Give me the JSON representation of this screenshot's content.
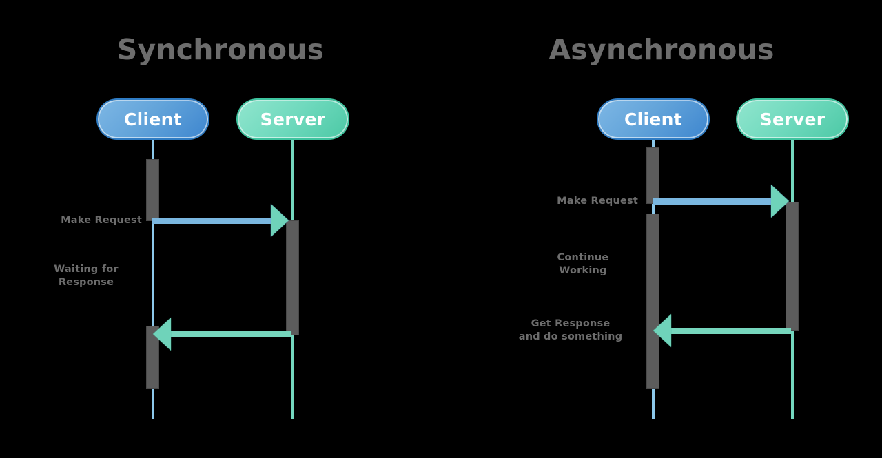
{
  "background_color": "#000000",
  "palette": {
    "title_gray": "#6d6d6d",
    "label_gray": "#6d6d6d",
    "client_blue": "#63a4da",
    "server_teal": "#6fd9bd",
    "lifeline_client": "#8cc8ea",
    "lifeline_server": "#74d7bf",
    "activation_gray": "#5c5c5c",
    "request_arrow": "#7ab7e0",
    "response_arrow": "#76d6bd"
  },
  "diagrams": [
    {
      "id": "synchronous",
      "title": "Synchronous",
      "actors": [
        {
          "id": "client",
          "label": "Client",
          "type": "client"
        },
        {
          "id": "server",
          "label": "Server",
          "type": "server"
        }
      ],
      "messages": [
        {
          "id": "make-request",
          "label": "Make Request",
          "from": "client",
          "to": "server",
          "direction": "right",
          "kind": "request"
        },
        {
          "id": "waiting-for-response",
          "label": "Waiting for\nResponse",
          "from": "client",
          "to": "client",
          "direction": "none",
          "kind": "note"
        },
        {
          "id": "response",
          "label": "",
          "from": "server",
          "to": "client",
          "direction": "left",
          "kind": "response"
        }
      ]
    },
    {
      "id": "asynchronous",
      "title": "Asynchronous",
      "actors": [
        {
          "id": "client",
          "label": "Client",
          "type": "client"
        },
        {
          "id": "server",
          "label": "Server",
          "type": "server"
        }
      ],
      "messages": [
        {
          "id": "make-request",
          "label": "Make Request",
          "from": "client",
          "to": "server",
          "direction": "right",
          "kind": "request"
        },
        {
          "id": "continue-working",
          "label": "Continue\nWorking",
          "from": "client",
          "to": "client",
          "direction": "none",
          "kind": "note"
        },
        {
          "id": "get-response",
          "label": "Get Response\nand do something",
          "from": "server",
          "to": "client",
          "direction": "left",
          "kind": "response"
        }
      ]
    }
  ]
}
